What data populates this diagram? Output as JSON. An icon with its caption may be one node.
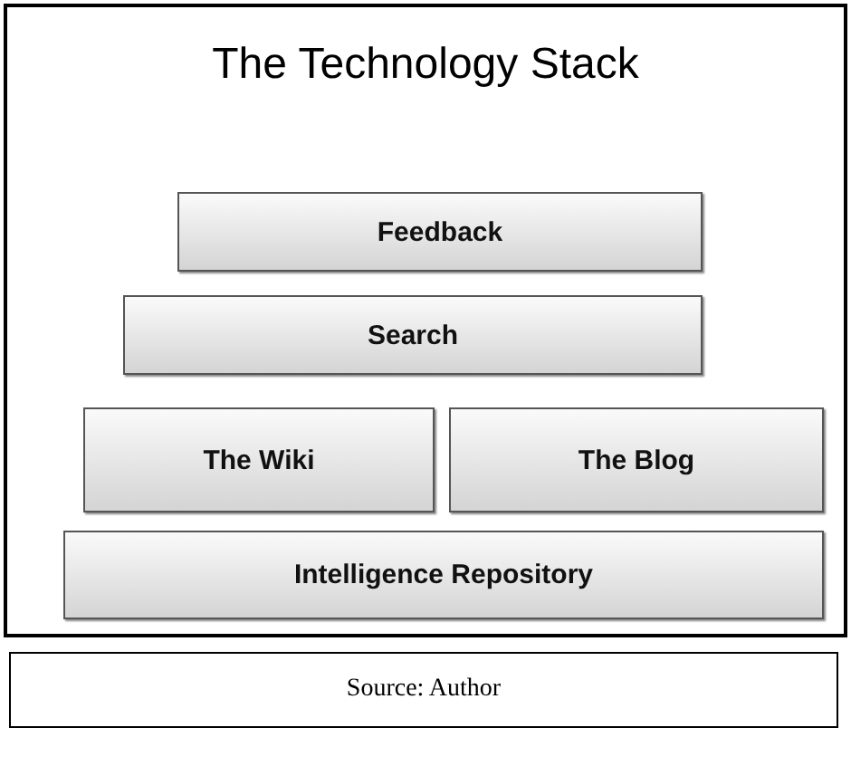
{
  "diagram": {
    "nodes": [
      {
        "text": [
          "The Technology Stack"
        ]
      },
      {
        "text": [
          "Feedback"
        ],
        "in": 0
      },
      {
        "text": [
          "Search"
        ],
        "in": 0
      },
      {
        "text": [
          "The Wiki"
        ],
        "in": 0
      },
      {
        "text": [
          "The Blog"
        ],
        "in": 0
      },
      {
        "text": [
          "Intelligence Repository"
        ],
        "in": 0
      },
      {
        "text": [
          "Source: Author"
        ]
      }
    ],
    "edges": []
  }
}
